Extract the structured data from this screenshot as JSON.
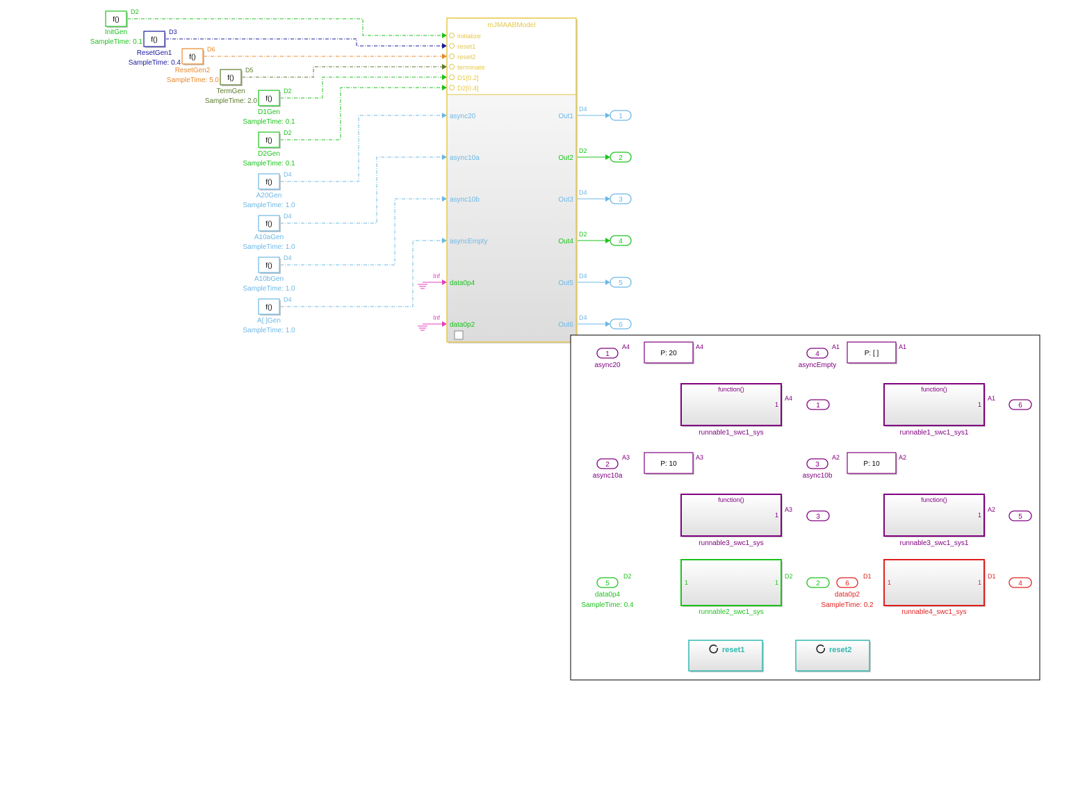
{
  "colors": {
    "init": "#1cc21c",
    "reset1": "#1a1a9e",
    "reset2": "#e8892a",
    "term": "#5a7a2a",
    "d1": "#1cc21c",
    "d2": "#1cc21c",
    "async": "#6cb8e6",
    "ground": "#e040c0",
    "model_border": "#e6c84a",
    "model_text": "#e6c84a",
    "purple": "#800080",
    "green": "#1cc21c",
    "red": "#e02020",
    "teal": "#30b8b0"
  },
  "generators": [
    {
      "id": "init",
      "label": "f()",
      "name": "InitGen",
      "sample": "SampleTime: 0.1",
      "signal": "D2"
    },
    {
      "id": "reset1",
      "label": "f()",
      "name": "ResetGen1",
      "sample": "SampleTime: 0.4",
      "signal": "D3"
    },
    {
      "id": "reset2",
      "label": "f()",
      "name": "ResetGen2",
      "sample": "SampleTime: 5.0",
      "signal": "D6"
    },
    {
      "id": "term",
      "label": "f()",
      "name": "TermGen",
      "sample": "SampleTime: 2.0",
      "signal": "D5"
    },
    {
      "id": "d1",
      "label": "f()",
      "name": "D1Gen",
      "sample": "SampleTime: 0.1",
      "signal": "D2"
    },
    {
      "id": "d2",
      "label": "f()",
      "name": "D2Gen",
      "sample": "SampleTime: 0.1",
      "signal": "D2"
    },
    {
      "id": "a20",
      "label": "f()",
      "name": "A20Gen",
      "sample": "SampleTime: 1.0",
      "signal": "D4"
    },
    {
      "id": "a10a",
      "label": "f()",
      "name": "A10aGen",
      "sample": "SampleTime: 1.0",
      "signal": "D4"
    },
    {
      "id": "a10b",
      "label": "f()",
      "name": "A10bGen",
      "sample": "SampleTime: 1.0",
      "signal": "D4"
    },
    {
      "id": "aempty",
      "label": "f()",
      "name": "A[ ]Gen",
      "sample": "SampleTime: 1.0",
      "signal": "D4"
    }
  ],
  "model": {
    "title": "mJMAABModel",
    "event_ports": [
      "initialize",
      "reset1",
      "reset2",
      "terminate",
      "D1[0.2]",
      "D2[0.4]"
    ],
    "inputs": [
      "async20",
      "async10a",
      "async10b",
      "asyncEmpty",
      "data0p4",
      "data0p2"
    ],
    "outputs": [
      "Out1",
      "Out2",
      "Out3",
      "Out4",
      "Out5",
      "Out6"
    ],
    "output_signals": [
      "D4",
      "D2",
      "D4",
      "D2",
      "D4",
      "D4"
    ],
    "output_numbers": [
      "1",
      "2",
      "3",
      "4",
      "5",
      "6"
    ],
    "ground_label": "Inf"
  },
  "subsystem": {
    "async_rows": [
      {
        "in_num": "1",
        "in_name": "async20",
        "in_sig": "A4",
        "period": "P: 20",
        "out_sig": "A4",
        "out_num": "1",
        "runnable": "runnable1_swc1_sys"
      },
      {
        "in_num": "4",
        "in_name": "asyncEmpty",
        "in_sig": "A1",
        "period": "P: [ ]",
        "out_sig": "A1",
        "out_num": "6",
        "runnable": "runnable1_swc1_sys1"
      },
      {
        "in_num": "2",
        "in_name": "async10a",
        "in_sig": "A3",
        "period": "P: 10",
        "out_sig": "A3",
        "out_num": "3",
        "runnable": "runnable3_swc1_sys"
      },
      {
        "in_num": "3",
        "in_name": "async10b",
        "in_sig": "A2",
        "period": "P: 10",
        "out_sig": "A2",
        "out_num": "5",
        "runnable": "runnable3_swc1_sys1"
      }
    ],
    "function_label": "function()",
    "port_one": "1",
    "data_rows": [
      {
        "in_num": "5",
        "in_name": "data0p4",
        "sample": "SampleTime: 0.4",
        "sig": "D2",
        "out_sig": "D2",
        "out_num": "2",
        "runnable": "runnable2_swc1_sys"
      },
      {
        "in_num": "6",
        "in_name": "data0p2",
        "sample": "SampleTime: 0.2",
        "sig": "D1",
        "out_sig": "D1",
        "out_num": "4",
        "runnable": "runnable4_swc1_sys"
      }
    ],
    "reset_blocks": [
      "reset1",
      "reset2"
    ]
  }
}
